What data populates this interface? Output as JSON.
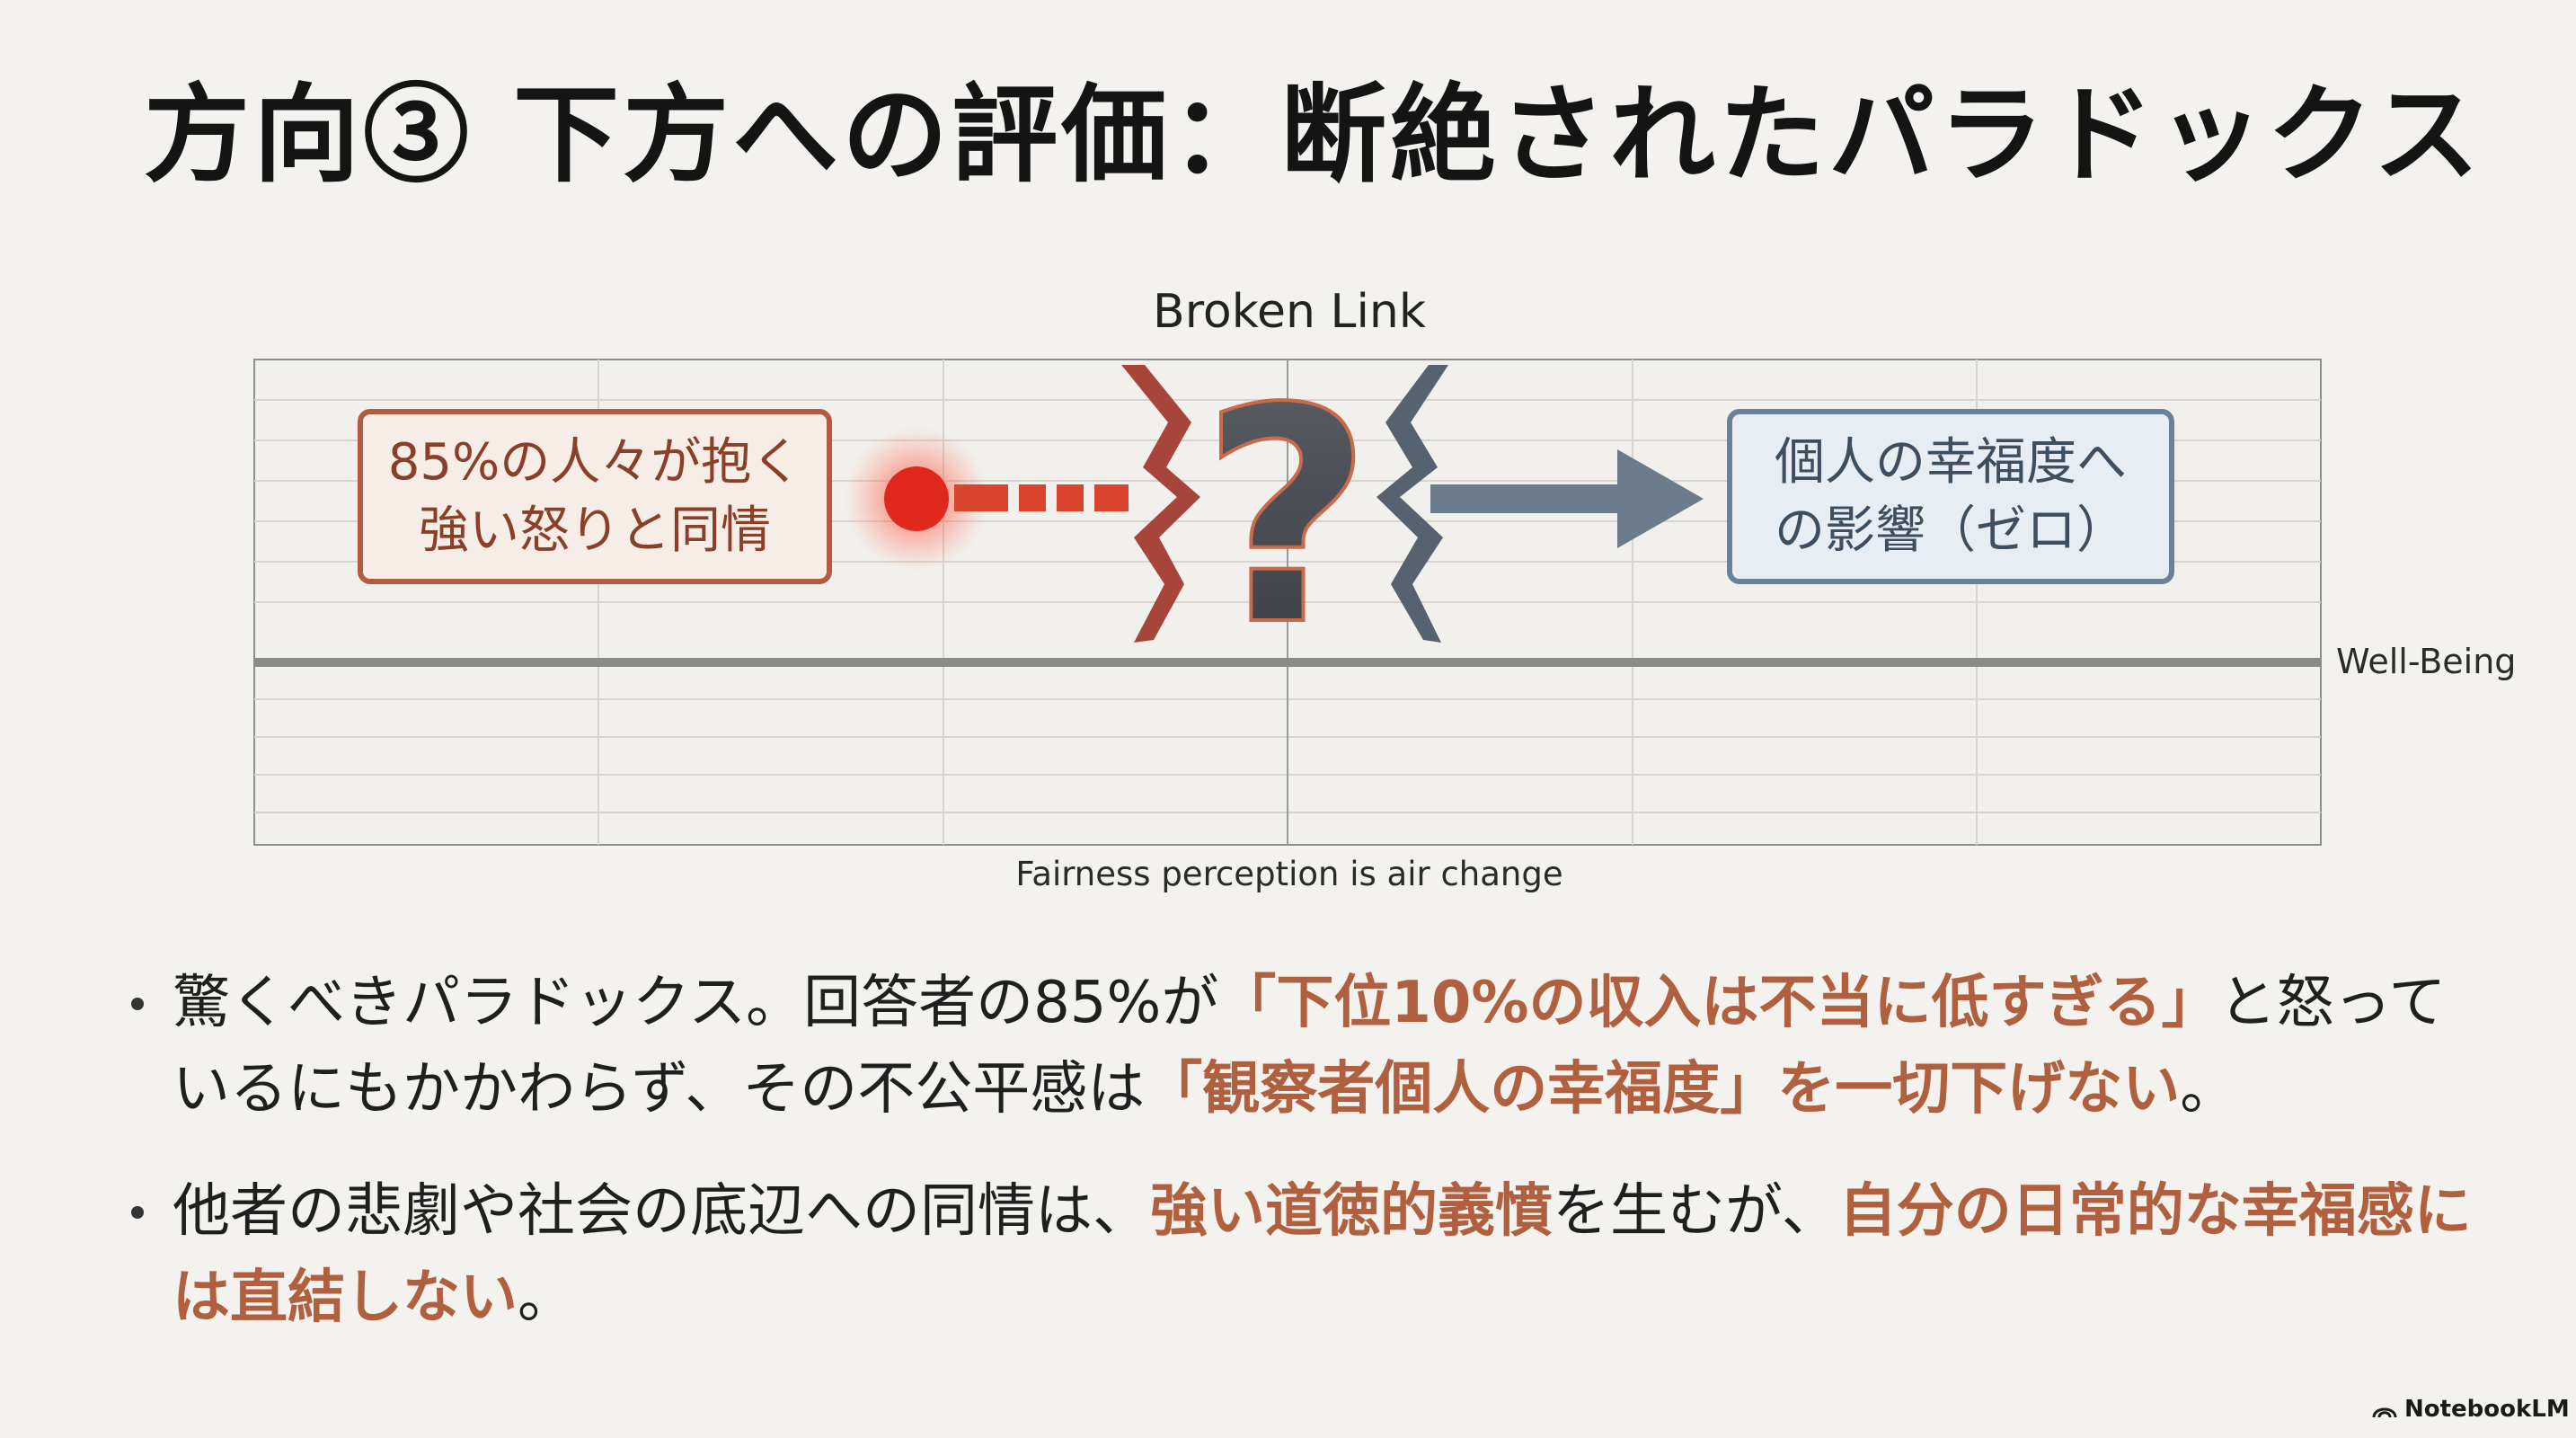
{
  "title": "方向③ 下方への評価：断絶されたパラドックス",
  "diagram": {
    "title": "Broken Link",
    "question_mark": "?",
    "left_box": {
      "line1": "85%の人々が抱く",
      "line2": "強い怒りと同情"
    },
    "right_box": {
      "line1": "個人の幸福度へ",
      "line2": "の影響（ゼロ）"
    },
    "line_label": "Well-Being",
    "axis_caption": "Fairness perception is air change",
    "colors": {
      "anger": "#e53e2c",
      "link": "#6b7c8c",
      "left_border": "#b25b3e",
      "right_border": "#6b8197"
    },
    "icons": [
      "glow-dot-icon",
      "dashed-link",
      "broken-jagged-edge",
      "arrow-right-icon",
      "question-mark-icon"
    ]
  },
  "bullets": [
    {
      "p1": "驚くべきパラドックス。回答者の85%が",
      "h1": "「下位10%の収入は不当に低すぎる」",
      "p2": "と怒っているにもかかわらず、その不公平感は",
      "h2": "「観察者個人の幸福度」を一切下げない",
      "p3": "。"
    },
    {
      "p1": "他者の悲劇や社会の底辺への同情は、",
      "h1": "強い道徳的義憤",
      "p2": "を生むが、",
      "h2": "自分の日常的な幸福感には直結しない",
      "p3": "。"
    }
  ],
  "brand": "NotebookLM"
}
